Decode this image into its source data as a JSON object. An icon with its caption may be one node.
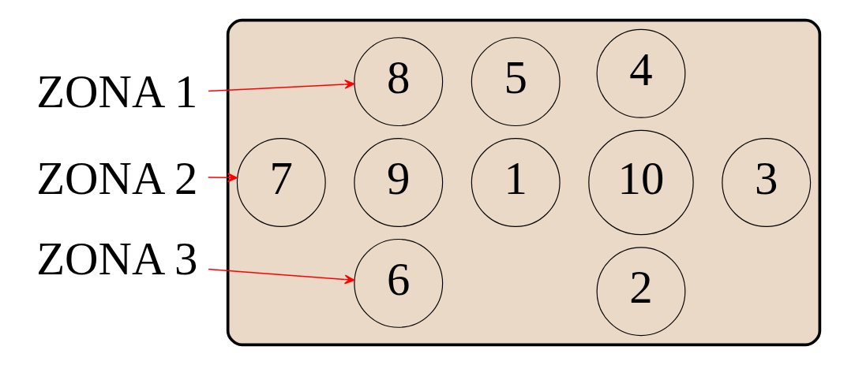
{
  "diagram": {
    "nodes": [
      {
        "text": [],
        "shape": "ellipse"
      },
      {
        "text": [
          "8"
        ],
        "in": 0
      },
      {
        "text": [
          "1"
        ],
        "in": 0
      },
      {
        "text": [
          "2"
        ],
        "in": 0
      },
      {
        "text": [
          "7"
        ],
        "in": 0
      },
      {
        "text": [
          "9"
        ],
        "in": 0
      },
      {
        "text": [
          "10"
        ],
        "in": 0
      },
      {
        "text": [
          "3"
        ],
        "in": 0
      },
      {
        "text": [
          "6"
        ],
        "in": 0
      },
      {
        "text": [
          "5"
        ],
        "in": 0
      },
      {
        "text": [
          "4"
        ],
        "in": 0
      },
      {
        "text": [
          "ZONA 1"
        ]
      },
      {
        "text": [
          "ZONA 2"
        ]
      },
      {
        "text": [
          "ZONA 3"
        ]
      }
    ],
    "edges": [
      {
        "from": 11,
        "to": 1,
        "arrow": "to",
        "color": "#ff0000"
      },
      {
        "from": 12,
        "to": 4,
        "arrow": "to",
        "color": "#ff0000"
      },
      {
        "from": 13,
        "to": 8,
        "arrow": "to",
        "color": "#ff0000"
      }
    ]
  }
}
